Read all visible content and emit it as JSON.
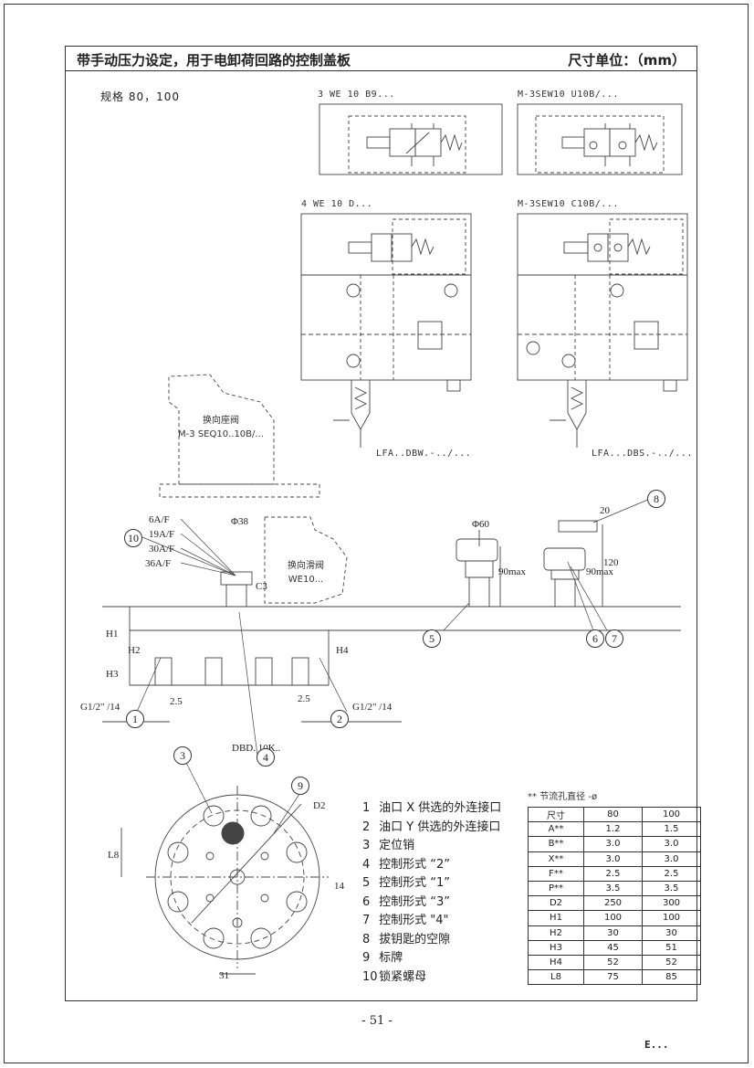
{
  "header": {
    "title": "带手动压力设定，用于电卸荷回路的控制盖板",
    "unit": "尺寸单位：（mm）"
  },
  "spec": "规格 80，100",
  "schematics": {
    "s1": "3 WE 10 B9...",
    "s2": "M-3SEW10 U10B/...",
    "s3": "4 WE 10 D...",
    "s4": "M-3SEW10 C10B/...",
    "s3_bottom": "LFA..DBW.-../...",
    "s4_bottom": "LFA...DBS.-../..."
  },
  "annotations": {
    "poppet_l1": "换向座阀",
    "poppet_l2": "M-3 SEQ10..10B/...",
    "spool_l1": "换向滑阀",
    "spool_l2": "WE10..."
  },
  "dimensions": {
    "phi38": "Φ38",
    "phi60": "Φ60",
    "c3": "C3",
    "d20": "20",
    "d120": "120",
    "max90a": "90max",
    "max90b": "90max",
    "h1": "H1",
    "h2": "H2",
    "h3": "H3",
    "h4": "H4",
    "g_left": "G1/2\" /14",
    "g_right": "G1/2\" /14",
    "d25a": "2.5",
    "d25b": "2.5",
    "dbd": "DBD. 10K..",
    "d2": "D2",
    "l8": "L8",
    "d14": "14",
    "d31": "31",
    "f6a": "6A/F",
    "f19a": "19A/F",
    "f30a": "30A/F",
    "f36a": "36A/F"
  },
  "legend": [
    {
      "n": "1",
      "t": "油口 X 供选的外连接口"
    },
    {
      "n": "2",
      "t": "油口 Y 供选的外连接口"
    },
    {
      "n": "3",
      "t": "定位销"
    },
    {
      "n": "4",
      "t": "控制形式 “2”"
    },
    {
      "n": "5",
      "t": "控制形式 “1”"
    },
    {
      "n": "6",
      "t": "控制形式 “3”"
    },
    {
      "n": "7",
      "t": "控制形式 \"4\""
    },
    {
      "n": "8",
      "t": "拔钥匙的空隙"
    },
    {
      "n": "9",
      "t": "标牌"
    },
    {
      "n": "10",
      "t": "锁紧螺母"
    }
  ],
  "table": {
    "caption": "** 节流孔直径 -ø",
    "header": [
      "尺寸",
      "80",
      "100"
    ],
    "rows": [
      [
        "A**",
        "1.2",
        "1.5"
      ],
      [
        "B**",
        "3.0",
        "3.0"
      ],
      [
        "X**",
        "3.0",
        "3.0"
      ],
      [
        "F**",
        "2.5",
        "2.5"
      ],
      [
        "P**",
        "3.5",
        "3.5"
      ],
      [
        "D2",
        "250",
        "300"
      ],
      [
        "H1",
        "100",
        "100"
      ],
      [
        "H2",
        "30",
        "30"
      ],
      [
        "H3",
        "45",
        "51"
      ],
      [
        "H4",
        "52",
        "52"
      ],
      [
        "L8",
        "75",
        "85"
      ]
    ]
  },
  "page_number": "- 51 -",
  "logo": "E..."
}
